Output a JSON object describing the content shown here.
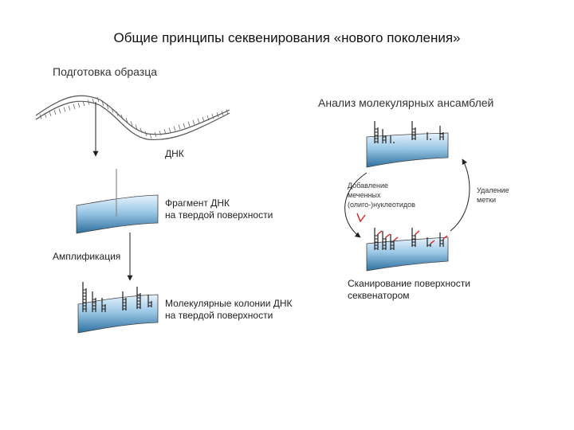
{
  "title": "Общие принципы секвенирования «нового поколения»",
  "left": {
    "heading": "Подготовка образца",
    "dna_label": "ДНК",
    "fragment_line1": "Фрагмент ДНК",
    "fragment_line2": "на твердой поверхности",
    "amplification": "Амплификация",
    "colonies_line1": "Молекулярные колонии ДНК",
    "colonies_line2": "на твердой поверхности"
  },
  "right": {
    "heading": "Анализ молекулярных ансамблей",
    "add_line1": "Добавление",
    "add_line2": "меченных",
    "add_line3": "(олиго-)нуклеотидов",
    "remove_line1": "Удаление",
    "remove_line2": "метки",
    "scan_line1": "Сканирование поверхности",
    "scan_line2": "секвенатором"
  },
  "colors": {
    "surface_dark": "#2d6f9e",
    "surface_light": "#e8f3fb",
    "label_red": "#d42020"
  }
}
